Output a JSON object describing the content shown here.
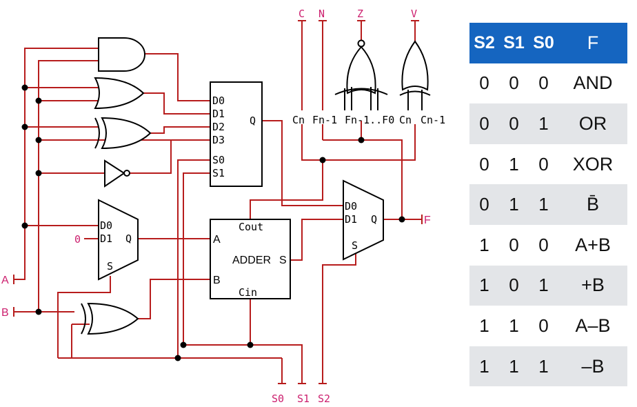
{
  "colors": {
    "wire": "#b71c1c",
    "pin_label": "#cc1f6e",
    "table_header": "#1565c0",
    "table_shade": "#e3e5e8"
  },
  "circuit": {
    "inputs": {
      "a": "A",
      "b": "B",
      "zero": "0"
    },
    "outputs": {
      "f": "F"
    },
    "selects": {
      "s0": "S0",
      "s1": "S1",
      "s2": "S2"
    },
    "flags": {
      "c": "C",
      "n": "N",
      "z": "Z",
      "v": "V"
    },
    "flag_taps": {
      "cn": "Cn",
      "fn1": "Fn-1",
      "fn1f0": "Fn-1..F0",
      "cn2": "Cn",
      "cn1": "Cn-1"
    },
    "mux4": {
      "d0": "D0",
      "d1": "D1",
      "d2": "D2",
      "d3": "D3",
      "s0": "S0",
      "s1": "S1",
      "q": "Q"
    },
    "mux_b": {
      "d0": "D0",
      "d1": "D1",
      "s": "S",
      "q": "Q"
    },
    "mux_out": {
      "d0": "D0",
      "d1": "D1",
      "s": "S",
      "q": "Q"
    },
    "adder": {
      "title": "ADDER",
      "cout": "Cout",
      "cin": "Cin",
      "a": "A",
      "b": "B",
      "s": "S"
    }
  },
  "truth_table": {
    "headers": [
      "S2",
      "S1",
      "S0",
      "F"
    ],
    "rows": [
      [
        "0",
        "0",
        "0",
        "AND"
      ],
      [
        "0",
        "0",
        "1",
        "OR"
      ],
      [
        "0",
        "1",
        "0",
        "XOR"
      ],
      [
        "0",
        "1",
        "1",
        "B̄"
      ],
      [
        "1",
        "0",
        "0",
        "A+B"
      ],
      [
        "1",
        "0",
        "1",
        "+B"
      ],
      [
        "1",
        "1",
        "0",
        "A–B"
      ],
      [
        "1",
        "1",
        "1",
        "–B"
      ]
    ]
  }
}
